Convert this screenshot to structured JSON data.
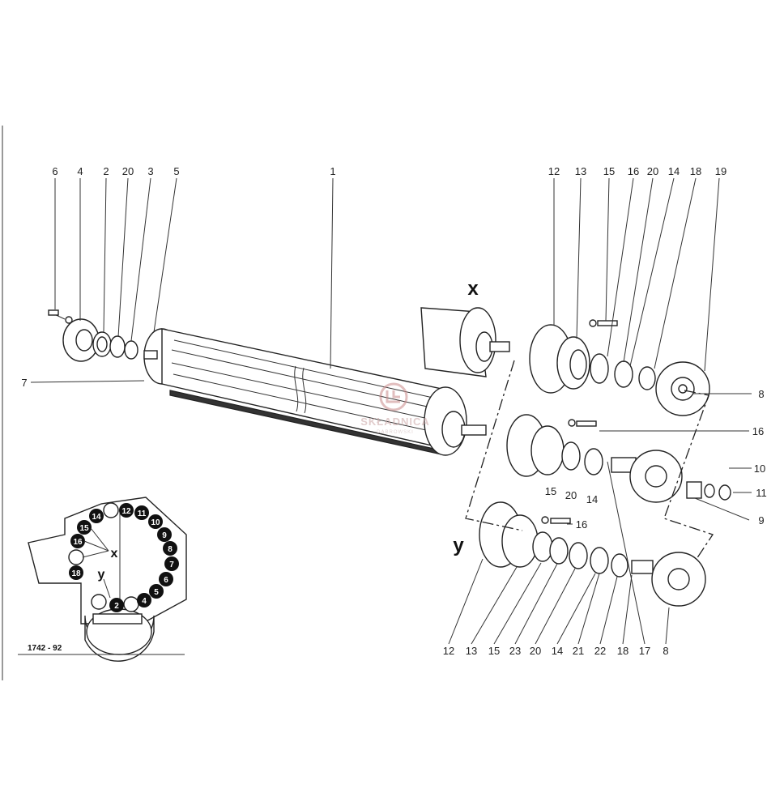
{
  "top_left_labels": [
    "6",
    "4",
    "2",
    "20",
    "3",
    "5",
    "1"
  ],
  "top_right_labels": [
    "12",
    "13",
    "15",
    "16",
    "20",
    "14",
    "18",
    "19"
  ],
  "side_label_7": "7",
  "right_labels": {
    "r8a": "8",
    "r16": "16",
    "r10": "10",
    "r11": "11",
    "r9": "9"
  },
  "mid_labels": {
    "m15": "15",
    "m20": "20",
    "m14": "14",
    "m16": "16"
  },
  "bottom_labels": [
    "12",
    "13",
    "15",
    "23",
    "20",
    "14",
    "21",
    "22",
    "18",
    "17",
    "8"
  ],
  "assembly_x": "x",
  "assembly_y": "y",
  "inset": {
    "black_chips": [
      "12",
      "11",
      "10",
      "9",
      "8",
      "7",
      "6",
      "5",
      "4",
      "2",
      "14",
      "15",
      "16",
      "18"
    ],
    "x_label": "x",
    "y_label": "y"
  },
  "drawing_number": "1742 - 92",
  "watermark": {
    "title": "SKŁADNICA",
    "subtitle": "DĄBROWSKI",
    "color": "#c98a8a"
  }
}
